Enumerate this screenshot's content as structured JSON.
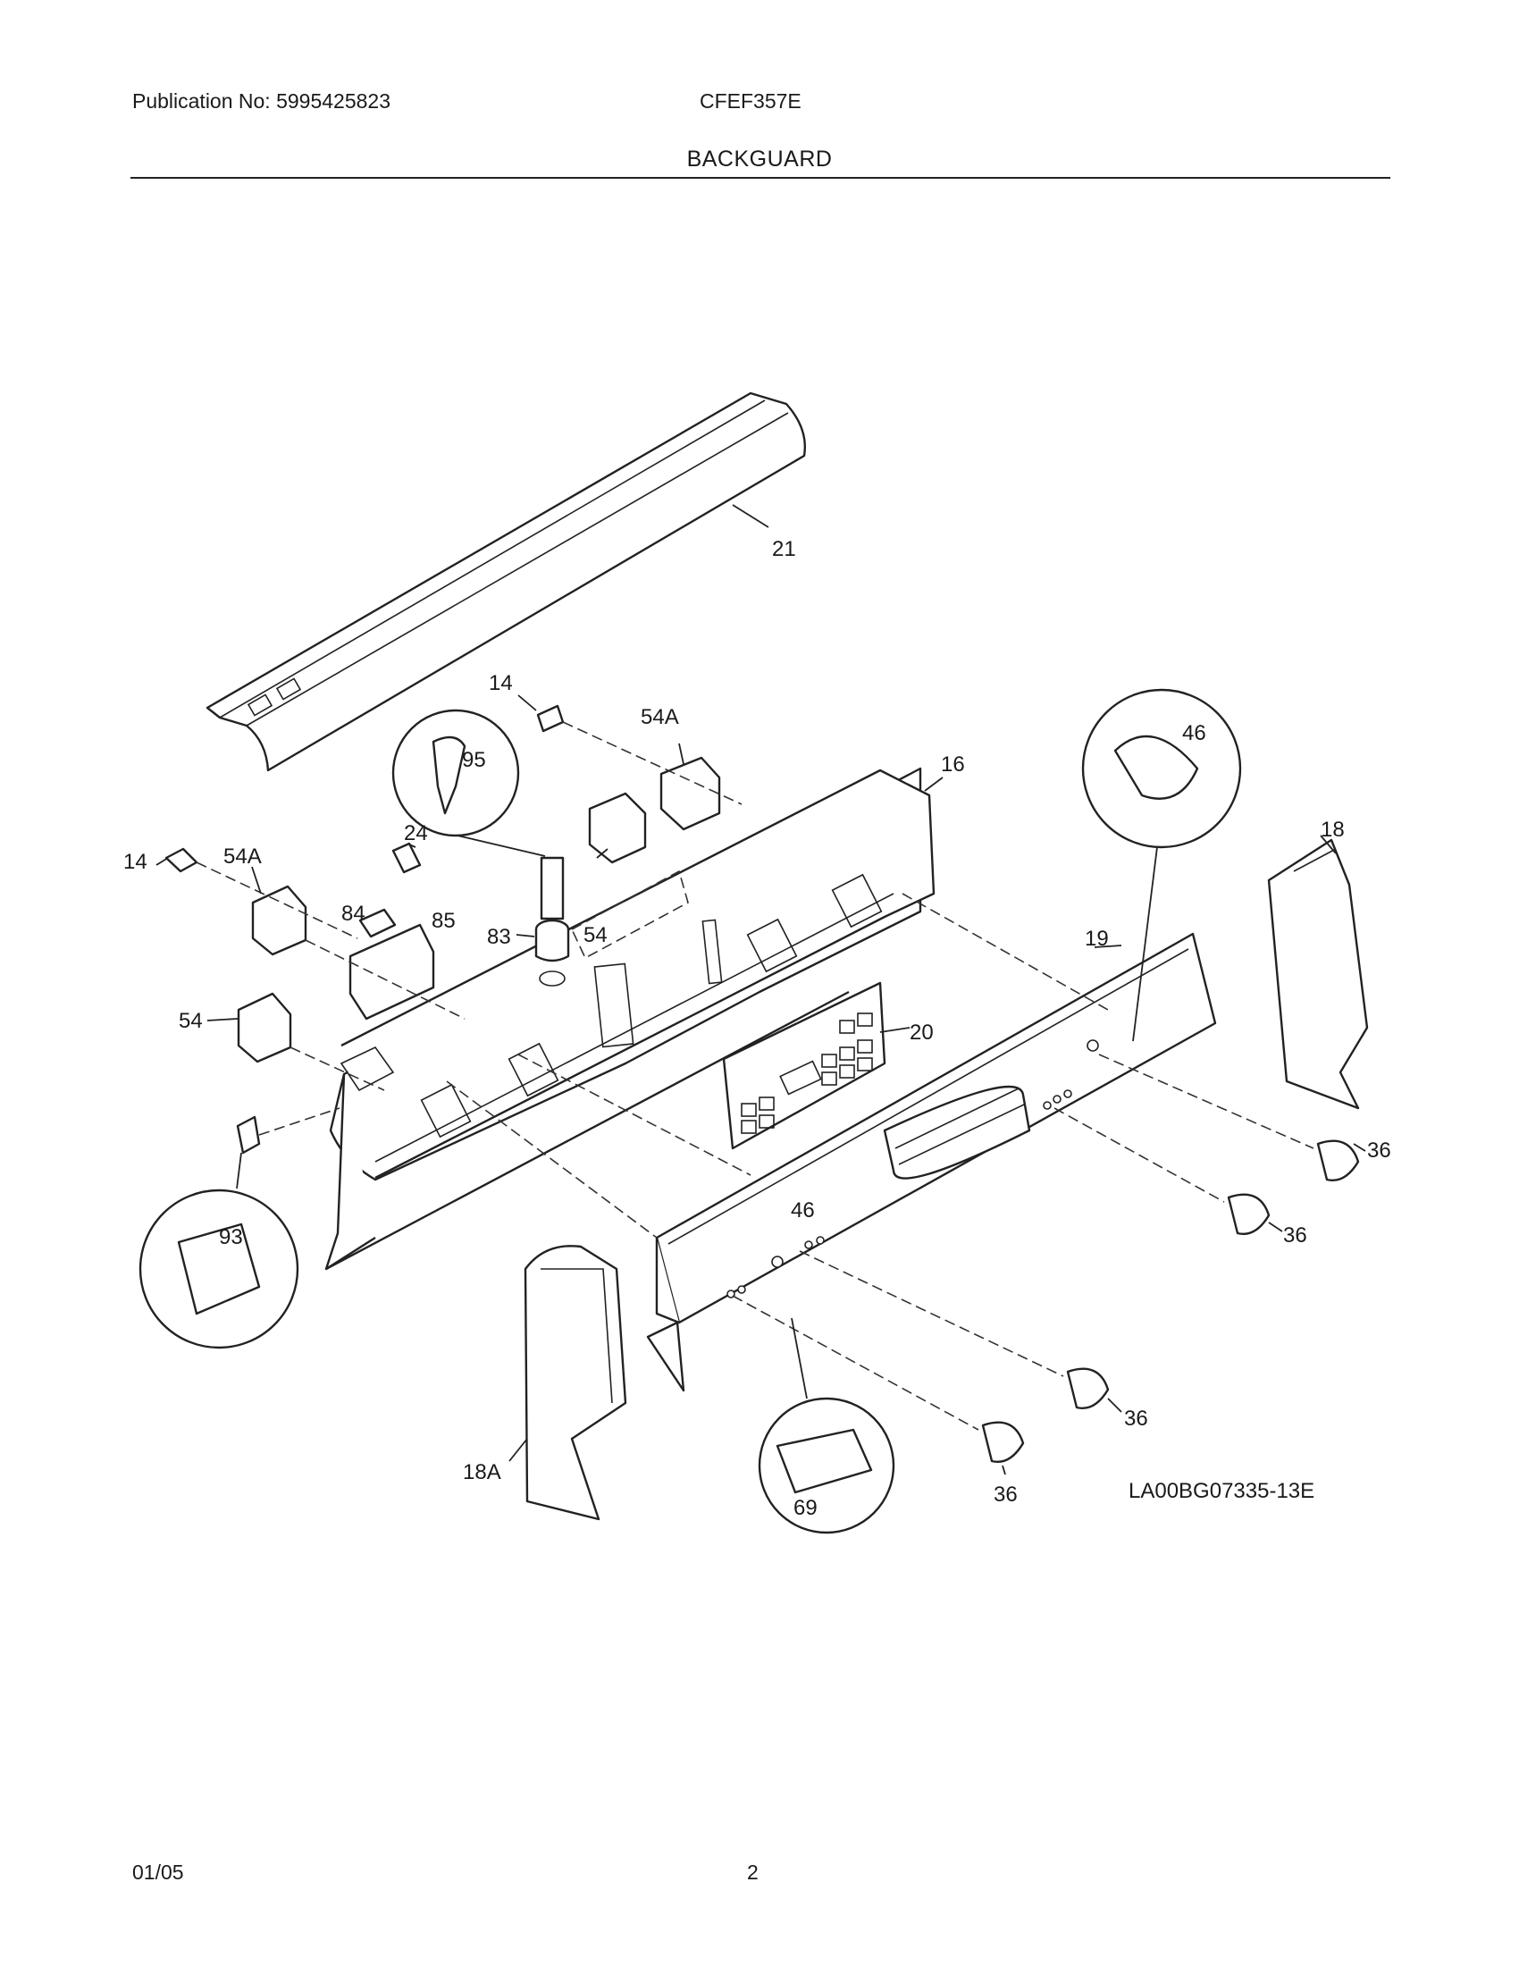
{
  "header": {
    "publication": "Publication No: 5995425823",
    "model": "CFEF357E",
    "section": "BACKGUARD"
  },
  "footer": {
    "date": "01/05",
    "page": "2"
  },
  "diagram_code": "LA00BG07335-13E",
  "callouts": {
    "c21": "21",
    "c14a": "14",
    "c54Aa": "54A",
    "c16": "16",
    "c95": "95",
    "c24": "24",
    "c14b": "14",
    "c54Ab": "54A",
    "c84": "84",
    "c85": "85",
    "c83": "83",
    "c54a": "54",
    "c54b": "54",
    "c46a": "46",
    "c18": "18",
    "c19": "19",
    "c20": "20",
    "c36a": "36",
    "c36b": "36",
    "c36c": "36",
    "c36d": "36",
    "c93": "93",
    "c46b": "46",
    "c18A": "18A",
    "c69": "69"
  }
}
